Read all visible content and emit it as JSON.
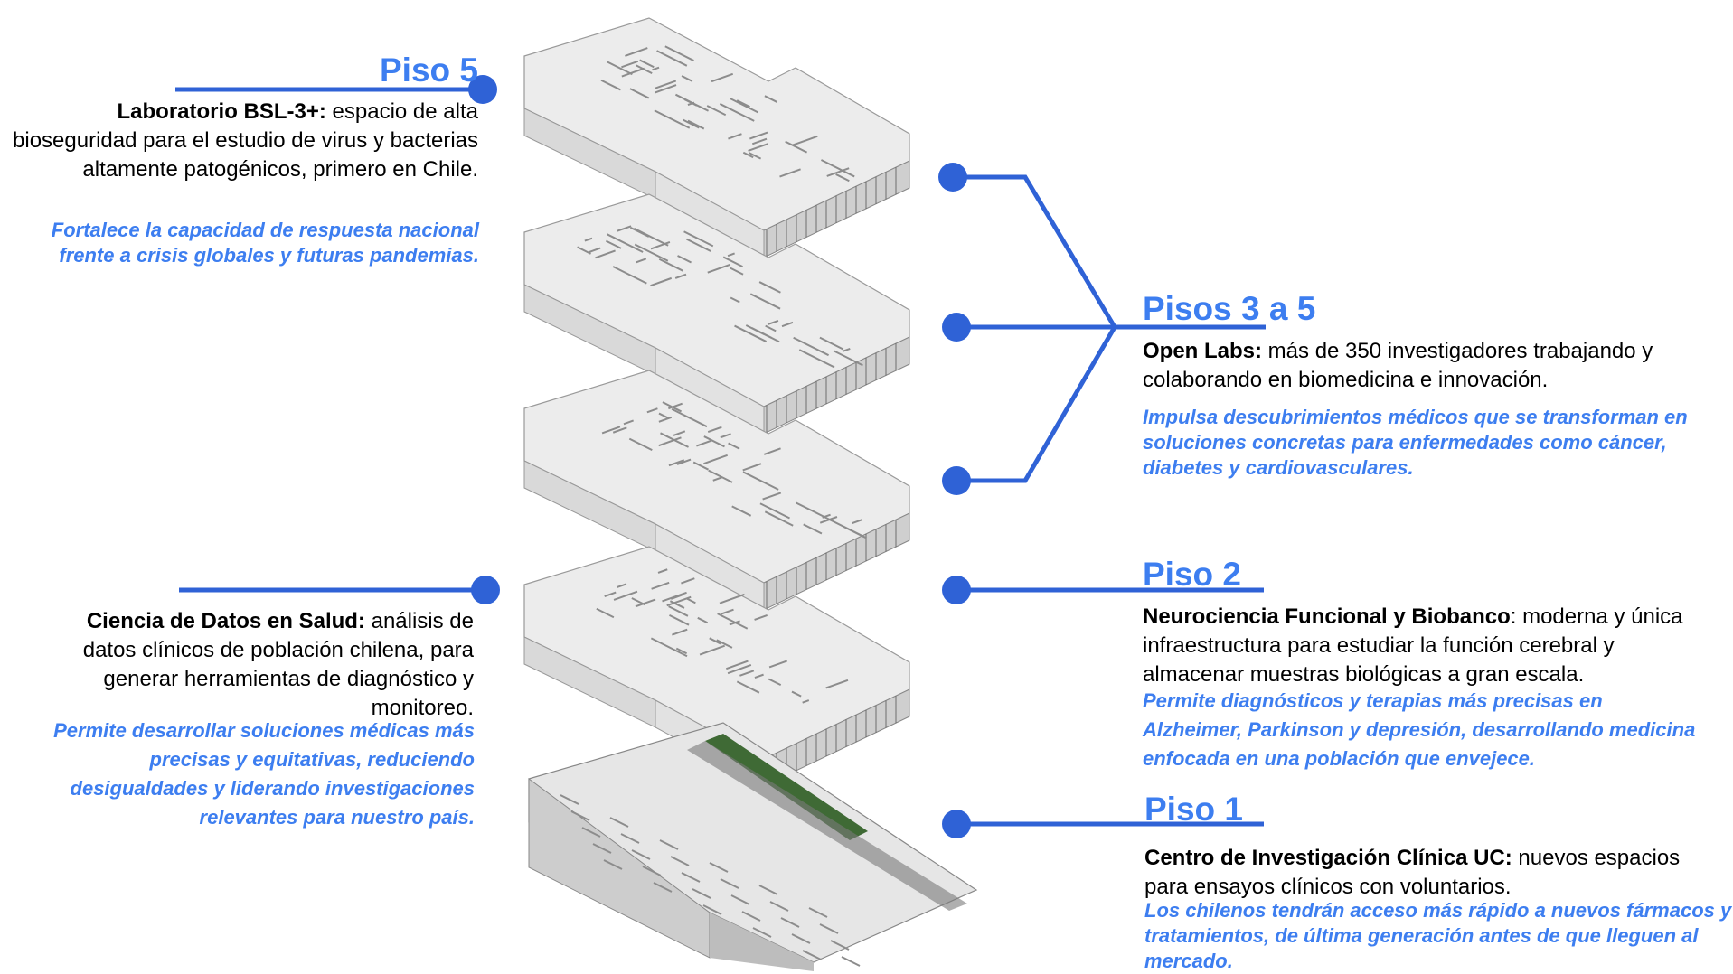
{
  "colors": {
    "accent": "#3d7ef0",
    "connector": "#2f62d6"
  },
  "piso5": {
    "title": "Piso 5",
    "lead": "Laboratorio BSL-3+:",
    "body": " espacio de alta bioseguridad para el estudio de virus y bacterias altamente patogénicos, primero en Chile.",
    "impact": "Fortalece la capacidad de respuesta nacional frente a crisis globales y futuras pandemias."
  },
  "pisos3a5": {
    "title": "Pisos 3 a 5",
    "lead": "Open Labs:",
    "body": " más de 350 investigadores trabajando y colaborando en biomedicina e innovación.",
    "impact": "Impulsa descubrimientos médicos que se transforman en soluciones concretas para enfermedades como cáncer, diabetes y cardiovasculares."
  },
  "datos": {
    "lead": "Ciencia de Datos en Salud:",
    "body": " análisis de datos clínicos de población chilena, para generar herramientas de diagnóstico y monitoreo.",
    "impact": "Permite desarrollar soluciones médicas más precisas y equitativas, reduciendo desigualdades y liderando investigaciones relevantes para nuestro país."
  },
  "piso2": {
    "title": "Piso 2",
    "lead": "Neurociencia Funcional y Biobanco",
    "body": ": moderna y única infraestructura para estudiar la función cerebral y almacenar muestras biológicas a gran escala.",
    "impact": "Permite diagnósticos y terapias más precisas en Alzheimer, Parkinson y depresión, desarrollando medicina enfocada en una población que envejece."
  },
  "piso1": {
    "title": "Piso 1",
    "lead": "Centro de Investigación Clínica UC:",
    "body": " nuevos espacios para ensayos clínicos con voluntarios.",
    "impact": "Los chilenos tendrán acceso más rápido a nuevos fármacos y tratamientos, de última generación antes de que lleguen al mercado."
  }
}
